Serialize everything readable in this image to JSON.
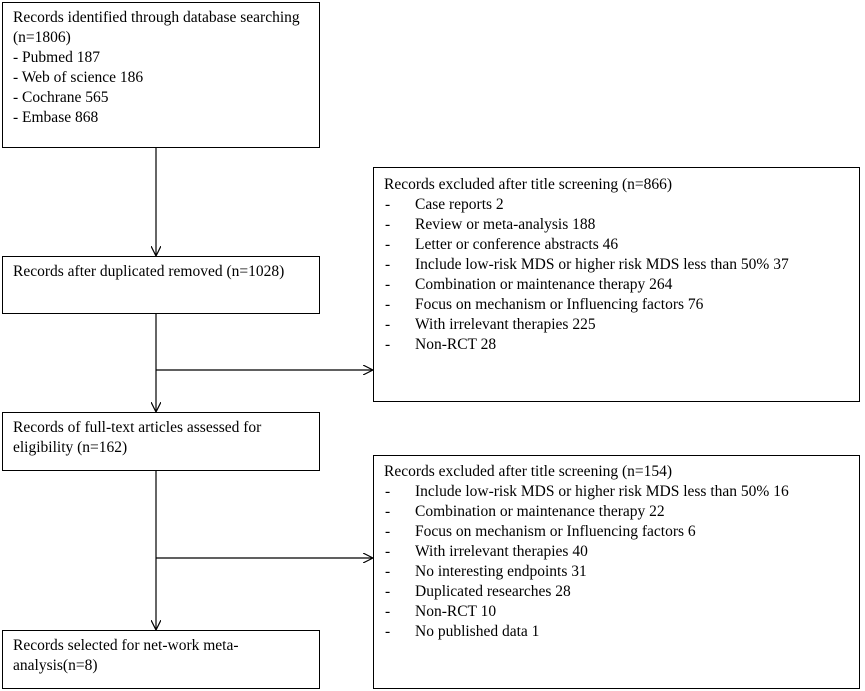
{
  "identified": {
    "title": "Records identified through database searching (n=1806)",
    "items": [
      "- Pubmed 187",
      "- Web of science 186",
      "- Cochrane 565",
      "- Embase 868"
    ]
  },
  "after_duplicates": {
    "title": "Records  after duplicated removed (n=1028)"
  },
  "full_text": {
    "title": "Records of full-text articles assessed for eligibility (n=162)"
  },
  "selected": {
    "title": "Records selected for net-work meta-analysis(n=8)"
  },
  "excluded_title": {
    "title": "Records excluded  after title screening (n=866)",
    "items": [
      "Case reports  2",
      "Review or meta-analysis  188",
      "Letter or conference abstracts  46",
      "Include low-risk MDS or higher risk MDS less than 50% 37",
      "Combination or maintenance therapy 264",
      "Focus on mechanism or Influencing factors 76",
      "With irrelevant therapies  225",
      "Non-RCT 28"
    ]
  },
  "excluded_fulltext": {
    "title": "Records excluded  after title screening (n=154)",
    "items": [
      "Include low-risk MDS or higher risk MDS less than 50% 16",
      "Combination or maintenance therapy 22",
      "Focus on mechanism or Influencing factors 6",
      "With irrelevant therapies  40",
      "No interesting endpoints  31",
      "Duplicated researches  28",
      "Non-RCT 10",
      "No published data  1"
    ]
  },
  "dash": "-"
}
